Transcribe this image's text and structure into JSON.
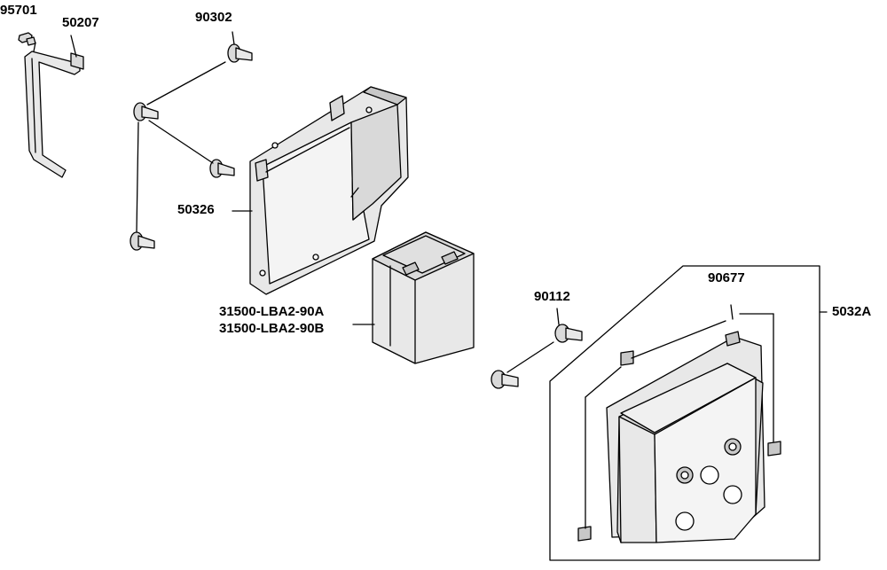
{
  "diagram": {
    "part_labels": {
      "p95701": "95701",
      "p50207": "50207",
      "p90302": "90302",
      "p50326": "50326",
      "p31500a": "31500-LBA2-90A",
      "p31500b": "31500-LBA2-90B",
      "p90112": "90112",
      "p90677": "90677",
      "p5032A": "5032A"
    },
    "colors": {
      "ink": "#000000",
      "fill_light": "#e8e8e8",
      "fill_mid": "#d9d9d9",
      "fill_dark": "#c8c8c8",
      "background": "#ffffff"
    }
  }
}
